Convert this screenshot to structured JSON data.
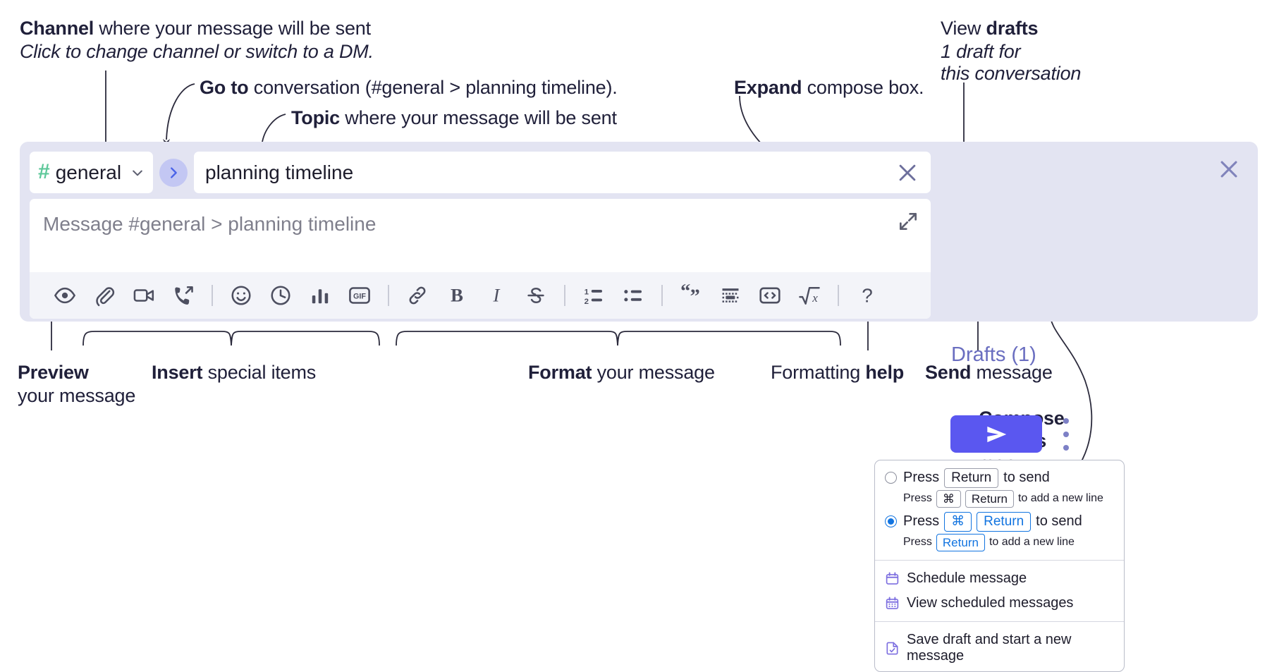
{
  "annotations": {
    "channel": {
      "bold": "Channel",
      "rest": " where your message will be sent",
      "italic": "Click to change channel or switch to a DM."
    },
    "goto": {
      "bold": "Go to",
      "rest": " conversation (#general > planning timeline)."
    },
    "topic": {
      "bold": "Topic",
      "rest": " where your message will be sent"
    },
    "expand": {
      "bold": "Expand",
      "rest": " compose box."
    },
    "drafts": {
      "line1_lt": "View ",
      "line1_bold": "drafts",
      "line2": "1 draft for",
      "line3": "this conversation"
    },
    "preview": {
      "bold": "Preview",
      "line2": "your message"
    },
    "insert": {
      "bold": "Insert",
      "rest": " special items"
    },
    "format": {
      "bold": "Format",
      "rest": " your message"
    },
    "help": {
      "lt": "Formatting ",
      "bold": "help"
    },
    "send": {
      "bold": "Send",
      "rest": " message"
    },
    "compose_options": {
      "line1": "Compose",
      "line2": "options",
      "line3": "menu"
    }
  },
  "compose": {
    "channel": {
      "hash": "#",
      "name": "general",
      "chevron_icon": "chevron-down-icon"
    },
    "goto_icon": "chevron-right-icon",
    "topic": {
      "value": "planning timeline",
      "clear_icon": "close-icon"
    },
    "message": {
      "placeholder": "Message #general > planning timeline",
      "expand_icon": "expand-icon"
    },
    "panel_close_icon": "close-icon",
    "drafts_label": "Drafts (1)",
    "send_icon": "send-paper-plane-icon",
    "options_icon": "kebab-menu-icon",
    "toolbar": [
      {
        "name": "preview-icon",
        "label": "Preview"
      },
      {
        "name": "attachment-icon",
        "label": "Attach file"
      },
      {
        "name": "video-camera-icon",
        "label": "Video clip"
      },
      {
        "name": "phone-forward-icon",
        "label": "Audio clip"
      },
      {
        "name": "divider",
        "label": ""
      },
      {
        "name": "emoji-icon",
        "label": "Emoji"
      },
      {
        "name": "clock-icon",
        "label": "Reminder"
      },
      {
        "name": "poll-bars-icon",
        "label": "Poll"
      },
      {
        "name": "gif-icon",
        "label": "GIF"
      },
      {
        "name": "divider",
        "label": ""
      },
      {
        "name": "link-icon",
        "label": "Link"
      },
      {
        "name": "bold-icon",
        "label": "B"
      },
      {
        "name": "italic-icon",
        "label": "I"
      },
      {
        "name": "strikethrough-icon",
        "label": "S"
      },
      {
        "name": "divider",
        "label": ""
      },
      {
        "name": "ordered-list-icon",
        "label": "Ordered list"
      },
      {
        "name": "bulleted-list-icon",
        "label": "Bulleted list"
      },
      {
        "name": "divider",
        "label": ""
      },
      {
        "name": "blockquote-icon",
        "label": "Blockquote"
      },
      {
        "name": "code-block-icon",
        "label": "Code block"
      },
      {
        "name": "code-brackets-icon",
        "label": "Code"
      },
      {
        "name": "math-sqrt-icon",
        "label": "Math"
      },
      {
        "name": "divider",
        "label": ""
      },
      {
        "name": "help-question-icon",
        "label": "?"
      }
    ]
  },
  "options_menu": {
    "option1": {
      "selected": false,
      "main_pre": "Press",
      "main_key": "Return",
      "main_post": "to send",
      "sub_pre": "Press",
      "sub_key1": "⌘",
      "sub_key2": "Return",
      "sub_post": "to add a new line"
    },
    "option2": {
      "selected": true,
      "main_pre": "Press",
      "main_key1": "⌘",
      "main_key2": "Return",
      "main_post": "to send",
      "sub_pre": "Press",
      "sub_key": "Return",
      "sub_post": "to add a new line"
    },
    "items": [
      {
        "icon": "calendar-icon",
        "label": "Schedule message"
      },
      {
        "icon": "calendar-grid-icon",
        "label": "View scheduled messages"
      },
      {
        "icon": "save-draft-icon",
        "label": "Save draft and start a new message"
      }
    ]
  },
  "colors": {
    "panel_bg": "#e3e4f2",
    "send_button": "#5a57f0",
    "hash_green": "#5ec89a",
    "goto_circle": "#c3c7f3",
    "goto_chevron": "#4a63e8",
    "drafts_text": "#6a6ec0",
    "radio_blue": "#1274e0",
    "menu_icon_purple": "#7d6fe0"
  }
}
